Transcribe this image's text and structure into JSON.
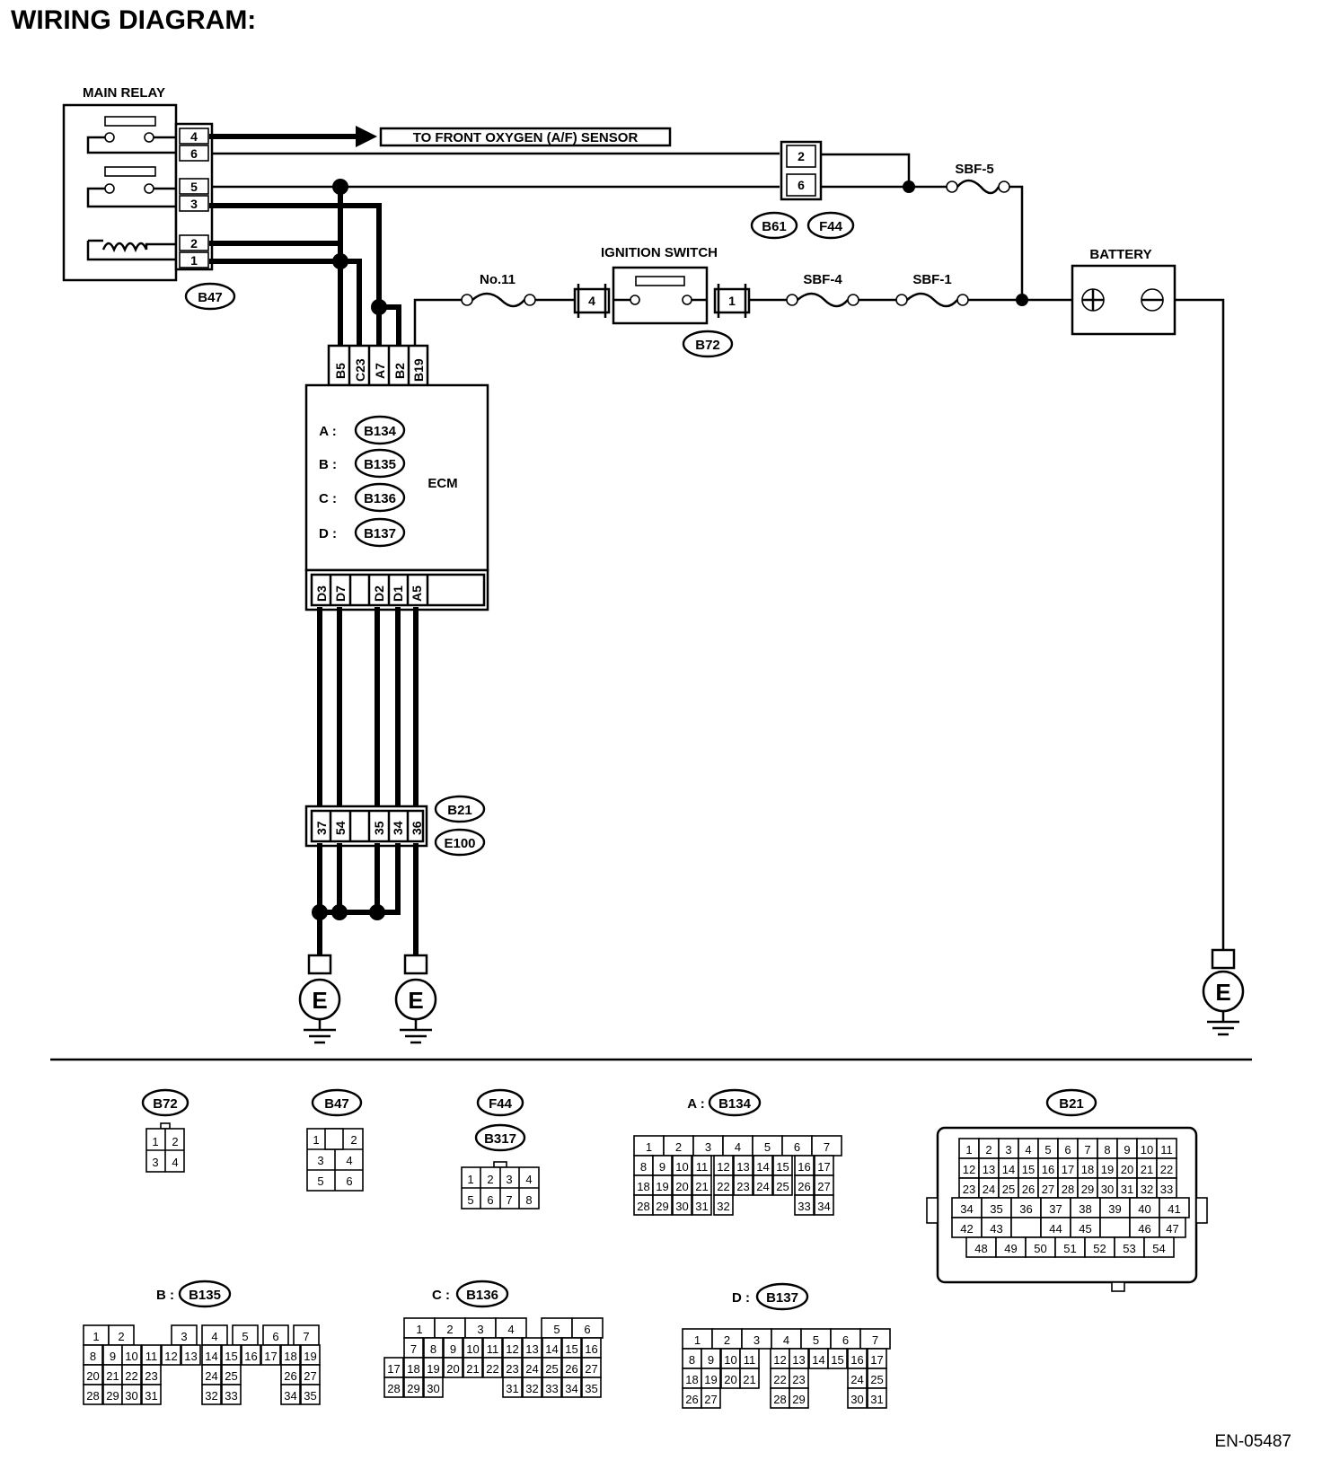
{
  "heading": "WIRING DIAGRAM:",
  "figure_code": "EN-05487",
  "main_relay": {
    "title": "MAIN RELAY",
    "pins": [
      "4",
      "6",
      "5",
      "3",
      "2",
      "1"
    ],
    "connector": "B47"
  },
  "af_sensor_label": "TO FRONT OXYGEN  (A/F) SENSOR",
  "joint_connector": {
    "pins": [
      "2",
      "6"
    ],
    "tags": [
      "B61",
      "F44"
    ]
  },
  "fuses": {
    "sbf5": "SBF-5",
    "sbf4": "SBF-4",
    "sbf1": "SBF-1",
    "no11": "No.11"
  },
  "ignition_switch": {
    "title": "IGNITION SWITCH",
    "left_pin": "4",
    "right_pin": "1",
    "connector": "B72"
  },
  "battery": {
    "title": "BATTERY",
    "plus": "+",
    "minus": "−"
  },
  "ecm": {
    "title": "ECM",
    "top_pins": [
      "B5",
      "C23",
      "A7",
      "B2",
      "B19"
    ],
    "bottom_pins": [
      "D3",
      "D7",
      "",
      "D2",
      "D1",
      "A5",
      ""
    ],
    "connectors": [
      {
        "letter": "A :",
        "code": "B134"
      },
      {
        "letter": "B :",
        "code": "B135"
      },
      {
        "letter": "C :",
        "code": "B136"
      },
      {
        "letter": "D :",
        "code": "B137"
      }
    ]
  },
  "b21_connector": {
    "pins": [
      "37",
      "54",
      "",
      "35",
      "34",
      "36"
    ],
    "tags": [
      "B21",
      "E100"
    ]
  },
  "ground_label": "E",
  "connector_views": {
    "b72": {
      "title": "B72",
      "rows": [
        [
          "1",
          "2"
        ],
        [
          "3",
          "4"
        ]
      ]
    },
    "b47": {
      "title": "B47",
      "rows": [
        [
          "1",
          "",
          "2"
        ],
        [
          "3",
          "4"
        ],
        [
          "5",
          "6"
        ]
      ]
    },
    "f44": {
      "title": "F44",
      "title2": "B317",
      "rows": [
        [
          "1",
          "2",
          "3",
          "4"
        ],
        [
          "5",
          "6",
          "7",
          "8"
        ]
      ]
    },
    "a_b134": {
      "prefix": "A :",
      "title": "B134",
      "rows": [
        [
          "1",
          "2",
          "3",
          "4",
          "5",
          "6",
          "7"
        ],
        [
          "8",
          "9",
          "10",
          "11",
          "12",
          "13",
          "14",
          "15",
          "16",
          "17"
        ],
        [
          "18",
          "19",
          "20",
          "21",
          "22",
          "23",
          "24",
          "25",
          "26",
          "27"
        ],
        [
          "28",
          "29",
          "30",
          "31",
          "32",
          "33",
          "34"
        ]
      ]
    },
    "b21": {
      "title": "B21",
      "rows": [
        [
          "1",
          "2",
          "3",
          "4",
          "5",
          "6",
          "7",
          "8",
          "9",
          "10",
          "11"
        ],
        [
          "12",
          "13",
          "14",
          "15",
          "16",
          "17",
          "18",
          "19",
          "20",
          "21",
          "22"
        ],
        [
          "23",
          "24",
          "25",
          "26",
          "27",
          "28",
          "29",
          "30",
          "31",
          "32",
          "33"
        ],
        [
          "34",
          "35",
          "36",
          "37",
          "38",
          "39",
          "40",
          "41"
        ],
        [
          "42",
          "43",
          "44",
          "45",
          "46",
          "47"
        ],
        [
          "48",
          "49",
          "50",
          "51",
          "52",
          "53",
          "54"
        ]
      ]
    },
    "b_b135": {
      "prefix": "B :",
      "title": "B135",
      "rows": [
        [
          "1",
          "2",
          "3",
          "4",
          "5",
          "6",
          "7"
        ],
        [
          "8",
          "9",
          "10",
          "11",
          "12",
          "13",
          "14",
          "15",
          "16",
          "17",
          "18",
          "19"
        ],
        [
          "20",
          "21",
          "22",
          "23",
          "24",
          "25",
          "26",
          "27"
        ],
        [
          "28",
          "29",
          "30",
          "31",
          "32",
          "33",
          "34",
          "35"
        ]
      ]
    },
    "c_b136": {
      "prefix": "C :",
      "title": "B136",
      "rows": [
        [
          "1",
          "2",
          "3",
          "4",
          "5",
          "6"
        ],
        [
          "7",
          "8",
          "9",
          "10",
          "11",
          "12",
          "13",
          "14",
          "15",
          "16"
        ],
        [
          "17",
          "18",
          "19",
          "20",
          "21",
          "22",
          "23",
          "24",
          "25",
          "26",
          "27"
        ],
        [
          "28",
          "29",
          "30",
          "31",
          "32",
          "33",
          "34",
          "35"
        ]
      ]
    },
    "d_b137": {
      "prefix": "D :",
      "title": "B137",
      "rows": [
        [
          "1",
          "2",
          "3",
          "4",
          "5",
          "6",
          "7"
        ],
        [
          "8",
          "9",
          "10",
          "11",
          "12",
          "13",
          "14",
          "15",
          "16",
          "17"
        ],
        [
          "18",
          "19",
          "20",
          "21",
          "22",
          "23",
          "24",
          "25"
        ],
        [
          "26",
          "27",
          "28",
          "29",
          "30",
          "31"
        ]
      ]
    }
  }
}
